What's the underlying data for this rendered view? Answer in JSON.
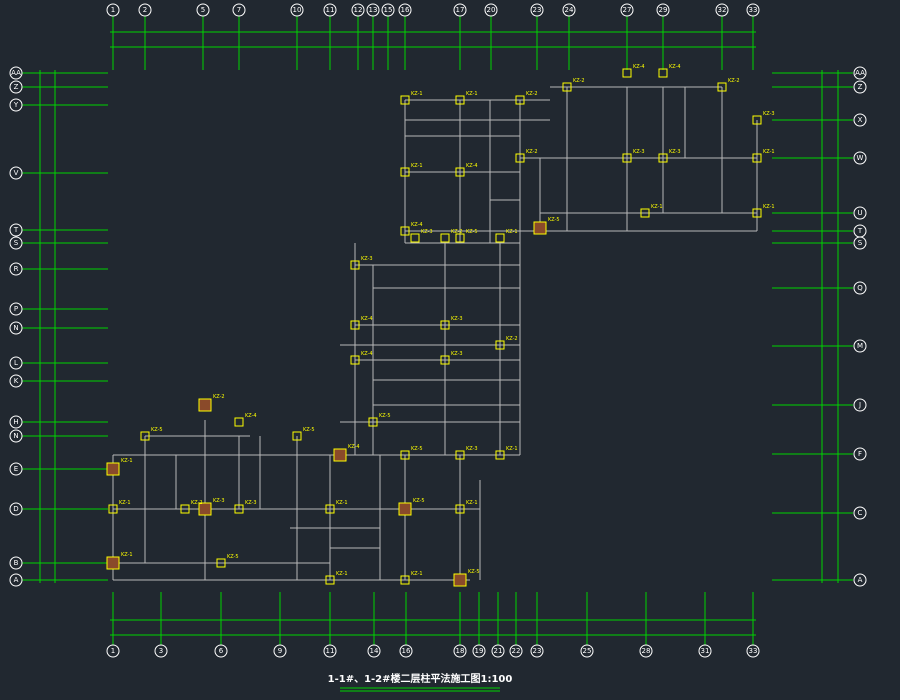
{
  "title": "1-1#、1-2#楼二层柱平法施工图1:100",
  "scale_tag": "1:100",
  "top_axes": [
    "1",
    "2",
    "5",
    "7",
    "10",
    "11",
    "12",
    "13",
    "15",
    "16",
    "17",
    "20",
    "23",
    "24",
    "27",
    "29",
    "32",
    "33"
  ],
  "bottom_axes": [
    "1",
    "3",
    "6",
    "9",
    "11",
    "14",
    "16",
    "18",
    "19",
    "21",
    "22",
    "23",
    "25",
    "28",
    "31",
    "33"
  ],
  "left_axes": [
    "AA",
    "Z",
    "Y",
    "V",
    "T",
    "S",
    "R",
    "P",
    "N",
    "L",
    "K",
    "H",
    "N",
    "E",
    "D",
    "B",
    "A"
  ],
  "right_axes": [
    "AA",
    "Z",
    "X",
    "W",
    "U",
    "T",
    "S",
    "Q",
    "M",
    "J",
    "F",
    "C",
    "A"
  ],
  "column_tags": [
    "KZ-1",
    "KZ-2",
    "KZ-3",
    "KZ-4",
    "KZ-5"
  ],
  "colors": {
    "background": "#212830",
    "axis_line": "#00d400",
    "column": "#ffff00",
    "beam": "#b8b8b8",
    "bubble": "#ffffff"
  }
}
